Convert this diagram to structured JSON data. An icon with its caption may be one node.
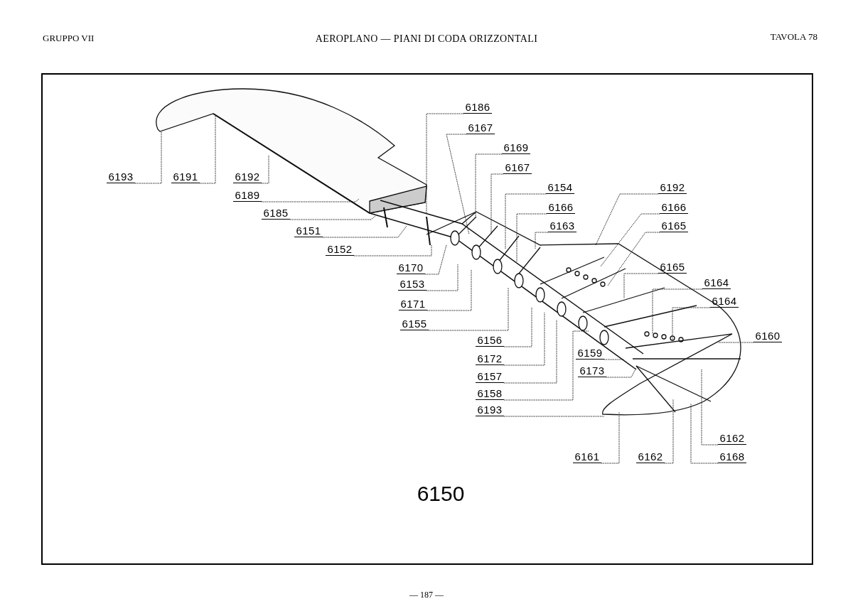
{
  "diagram": {
    "title": "AEROPLANO — PIANI DI CODA ORIZZONTALI",
    "nodes": [
      {
        "text": [
          "6193"
        ]
      },
      {
        "text": [
          "6191"
        ]
      },
      {
        "text": [
          "6192"
        ]
      },
      {
        "text": [
          "6189"
        ]
      },
      {
        "text": [
          "6185"
        ]
      },
      {
        "text": [
          "6151"
        ]
      },
      {
        "text": [
          "6152"
        ]
      },
      {
        "text": [
          "6186"
        ]
      },
      {
        "text": [
          "6167"
        ]
      },
      {
        "text": [
          "6169"
        ]
      },
      {
        "text": [
          "6167"
        ]
      },
      {
        "text": [
          "6154"
        ]
      },
      {
        "text": [
          "6166"
        ]
      },
      {
        "text": [
          "6163"
        ]
      },
      {
        "text": [
          "6192"
        ]
      },
      {
        "text": [
          "6166"
        ]
      },
      {
        "text": [
          "6165"
        ]
      },
      {
        "text": [
          "6165"
        ]
      },
      {
        "text": [
          "6164"
        ]
      },
      {
        "text": [
          "6164"
        ]
      },
      {
        "text": [
          "6160"
        ]
      },
      {
        "text": [
          "6170"
        ]
      },
      {
        "text": [
          "6153"
        ]
      },
      {
        "text": [
          "6171"
        ]
      },
      {
        "text": [
          "6155"
        ]
      },
      {
        "text": [
          "6156"
        ]
      },
      {
        "text": [
          "6172"
        ]
      },
      {
        "text": [
          "6157"
        ]
      },
      {
        "text": [
          "6158"
        ]
      },
      {
        "text": [
          "6159"
        ]
      },
      {
        "text": [
          "6173"
        ]
      },
      {
        "text": [
          "6193"
        ]
      },
      {
        "text": [
          "6161"
        ]
      },
      {
        "text": [
          "6162"
        ]
      },
      {
        "text": [
          "6168"
        ]
      },
      {
        "text": [
          "6162"
        ]
      }
    ],
    "edges": [
      {
        "from": 0,
        "to": null,
        "arrow": "none"
      },
      {
        "from": 1,
        "to": null,
        "arrow": "none"
      },
      {
        "from": 2,
        "to": null,
        "arrow": "none"
      },
      {
        "from": 3,
        "to": null,
        "arrow": "none"
      },
      {
        "from": 4,
        "to": null,
        "arrow": "none"
      },
      {
        "from": 5,
        "to": null,
        "arrow": "none"
      },
      {
        "from": 6,
        "to": null,
        "arrow": "none"
      },
      {
        "from": 7,
        "to": null,
        "arrow": "none"
      },
      {
        "from": 8,
        "to": null,
        "arrow": "none"
      },
      {
        "from": 9,
        "to": null,
        "arrow": "none"
      },
      {
        "from": 10,
        "to": null,
        "arrow": "none"
      },
      {
        "from": 11,
        "to": null,
        "arrow": "none"
      },
      {
        "from": 12,
        "to": null,
        "arrow": "none"
      },
      {
        "from": 13,
        "to": null,
        "arrow": "none"
      },
      {
        "from": 14,
        "to": null,
        "arrow": "none"
      },
      {
        "from": 15,
        "to": null,
        "arrow": "none"
      },
      {
        "from": 16,
        "to": null,
        "arrow": "none"
      },
      {
        "from": 17,
        "to": null,
        "arrow": "none"
      },
      {
        "from": 18,
        "to": null,
        "arrow": "none"
      },
      {
        "from": 19,
        "to": null,
        "arrow": "none"
      },
      {
        "from": 20,
        "to": null,
        "arrow": "none"
      },
      {
        "from": 21,
        "to": null,
        "arrow": "none"
      },
      {
        "from": 22,
        "to": null,
        "arrow": "none"
      },
      {
        "from": 23,
        "to": null,
        "arrow": "none"
      },
      {
        "from": 24,
        "to": null,
        "arrow": "none"
      },
      {
        "from": 25,
        "to": null,
        "arrow": "none"
      },
      {
        "from": 26,
        "to": null,
        "arrow": "none"
      },
      {
        "from": 27,
        "to": null,
        "arrow": "none"
      },
      {
        "from": 28,
        "to": null,
        "arrow": "none"
      },
      {
        "from": 29,
        "to": null,
        "arrow": "none"
      },
      {
        "from": 30,
        "to": null,
        "arrow": "none"
      },
      {
        "from": 31,
        "to": null,
        "arrow": "none"
      },
      {
        "from": 32,
        "to": null,
        "arrow": "none"
      },
      {
        "from": 33,
        "to": null,
        "arrow": "none"
      },
      {
        "from": 34,
        "to": null,
        "arrow": "none"
      },
      {
        "from": 35,
        "to": null,
        "arrow": "none"
      }
    ],
    "labels": [
      "GRUPPO VII",
      "TAVOLA 78",
      "6150",
      "— 187 —"
    ]
  }
}
